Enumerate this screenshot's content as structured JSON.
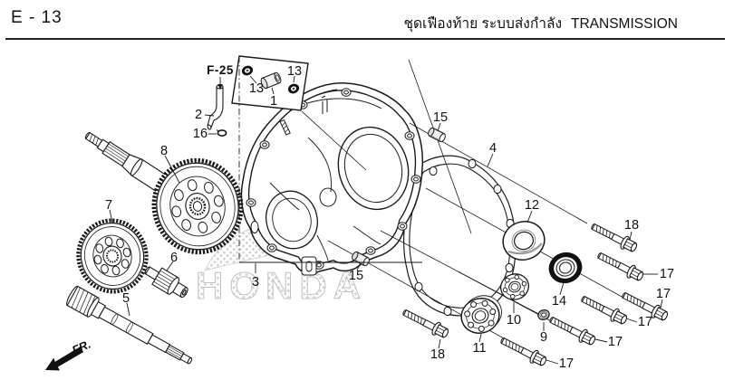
{
  "header": {
    "page_code": "E - 13",
    "title_thai": "ชุดเฟืองท้าย ระบบส่งกำลัง",
    "title_en": "TRANSMISSION"
  },
  "diagram": {
    "ref_link": "F-25",
    "fr_indicator": "FR.",
    "watermark": "HONDA",
    "ink_color": "#1a1a1a",
    "watermark_color": "#cccccc",
    "callouts": [
      {
        "num": "2"
      },
      {
        "num": "16"
      },
      {
        "num": "13"
      },
      {
        "num": "13"
      },
      {
        "num": "1"
      },
      {
        "num": "8"
      },
      {
        "num": "7"
      },
      {
        "num": "6"
      },
      {
        "num": "5"
      },
      {
        "num": "3"
      },
      {
        "num": "15"
      },
      {
        "num": "15"
      },
      {
        "num": "4"
      },
      {
        "num": "12"
      },
      {
        "num": "14"
      },
      {
        "num": "10"
      },
      {
        "num": "9"
      },
      {
        "num": "11"
      },
      {
        "num": "18"
      },
      {
        "num": "18"
      },
      {
        "num": "17"
      },
      {
        "num": "17"
      },
      {
        "num": "17"
      },
      {
        "num": "17"
      },
      {
        "num": "17"
      }
    ]
  }
}
